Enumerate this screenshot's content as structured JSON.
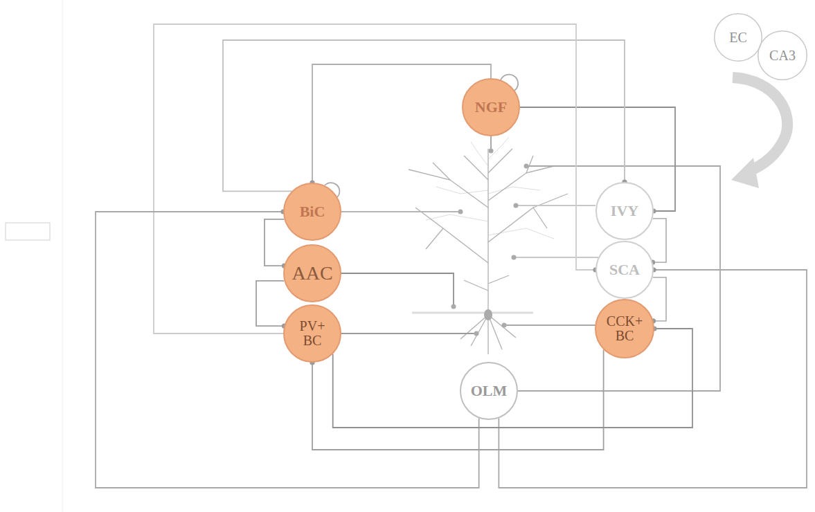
{
  "diagram": {
    "nodes": [
      {
        "text": [
          "EC"
        ]
      },
      {
        "text": [
          "CA3"
        ]
      },
      {
        "text": [
          "NGF"
        ]
      },
      {
        "text": [
          "BiC"
        ]
      },
      {
        "text": [
          "IVY"
        ]
      },
      {
        "text": [
          "AAC"
        ]
      },
      {
        "text": [
          "SCA"
        ]
      },
      {
        "text": [
          "PV+ BC"
        ]
      },
      {
        "text": [
          "CCK+ BC"
        ]
      },
      {
        "text": [
          "OLM"
        ]
      }
    ],
    "edges": [
      {
        "from": 2,
        "to": 4,
        "arrow": "to"
      },
      {
        "from": 2,
        "to": 3,
        "arrow": "to"
      },
      {
        "from": 3,
        "to": 4,
        "arrow": "to"
      },
      {
        "from": 7,
        "to": 6,
        "arrow": "to"
      },
      {
        "from": 9,
        "to": 3,
        "arrow": "to"
      },
      {
        "from": 9,
        "to": 6,
        "arrow": "to"
      },
      {
        "from": 8,
        "to": 7,
        "arrow": "to"
      },
      {
        "from": 7,
        "to": 8,
        "arrow": "to"
      },
      {
        "from": 3,
        "to": 5,
        "arrow": "to"
      },
      {
        "from": 5,
        "to": 7,
        "arrow": "to"
      },
      {
        "from": 4,
        "to": 6,
        "arrow": "to"
      },
      {
        "from": 6,
        "to": 8,
        "arrow": "to"
      }
    ]
  }
}
